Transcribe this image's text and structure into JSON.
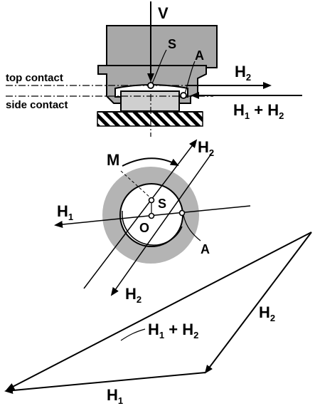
{
  "figure": {
    "section_view": {
      "load_label": "V",
      "point_s_label": "S",
      "point_a_label": "A",
      "top_contact_label": "top contact",
      "side_contact_label": "side contact",
      "force_h2_main": "H",
      "force_h2_sub": "2",
      "force_sum_h1_main": "H",
      "force_sum_h1_sub": "1",
      "force_sum_plus": " + H",
      "force_sum_h2_sub": "2"
    },
    "plan_view": {
      "moment_label": "M",
      "h2_top_main": "H",
      "h2_top_sub": "2",
      "h1_main": "H",
      "h1_sub": "1",
      "point_s_label": "S",
      "point_o_label": "O",
      "point_a_label": "A",
      "h2_bottom_main": "H",
      "h2_bottom_sub": "2"
    },
    "force_triangle": {
      "h2_main": "H",
      "h2_sub": "2",
      "sum_h1_main": "H",
      "sum_h1_sub": "1",
      "sum_plus": " + H",
      "sum_h2_sub": "2",
      "h1_main": "H",
      "h1_sub": "1"
    },
    "colors": {
      "housing_gray": "#a8a8a8",
      "ring_gray": "#b4b4b4",
      "line": "#000000",
      "background": "#ffffff"
    }
  }
}
